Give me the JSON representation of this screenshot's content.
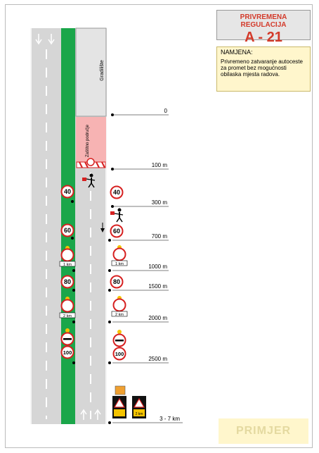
{
  "title": {
    "line1": "PRIVREMENA REGULACIJA",
    "code": "A - 21"
  },
  "purpose": {
    "heading": "NAMJENA:",
    "text": "Privremeno zatvaranje autoceste za promet bez mogućnosti obilaska mjesta radova."
  },
  "diagram": {
    "worksite_label": "Gradilište",
    "protected_zone_label": "Zaštitno područje",
    "distances": [
      "0",
      "100 m",
      "300 m",
      "700 m",
      "1000 m",
      "1500 m",
      "2000 m",
      "2500 m",
      "3 - 7 km"
    ],
    "speed_signs_left": [
      "40",
      "60",
      "80",
      "100"
    ],
    "speed_signs_right": [
      "40",
      "60",
      "80",
      "100"
    ],
    "plate_labels": [
      "1 km",
      "2 km",
      "1 km",
      "2 km"
    ],
    "vms_label": "2 km",
    "colors": {
      "median": "#1aa64a",
      "road": "#d6d6d6",
      "zone": "#f7b3b3",
      "sign_border": "#d62020",
      "label_red": "#d33a2a"
    }
  },
  "stamp": "PRIMJER"
}
